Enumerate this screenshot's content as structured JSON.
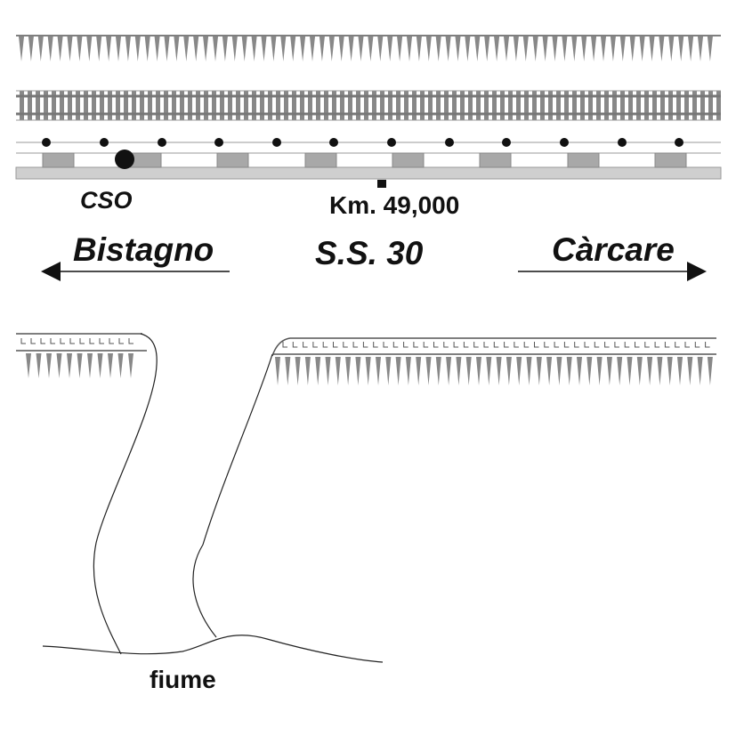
{
  "labels": {
    "cso": "CSO",
    "km_marker": "Km. 49,000",
    "road": "S.S. 30",
    "left_town": "Bistagno",
    "right_town": "Càrcare",
    "river": "fiume"
  },
  "directions": {
    "left_town": "west",
    "right_town": "east"
  },
  "symbols": {
    "escarpment": "escarpment-teeth-icon",
    "railway": "railway-track-icon",
    "culvert": "culvert-box-icon",
    "station_point": "survey-point-icon",
    "km_post": "km-post-icon",
    "retaining_wall": "retaining-wall-icon"
  },
  "colors": {
    "ink": "#111111",
    "grey_symbol": "#888888",
    "box_fill": "#a8a8a8",
    "road_fill": "#cfcfcf"
  }
}
